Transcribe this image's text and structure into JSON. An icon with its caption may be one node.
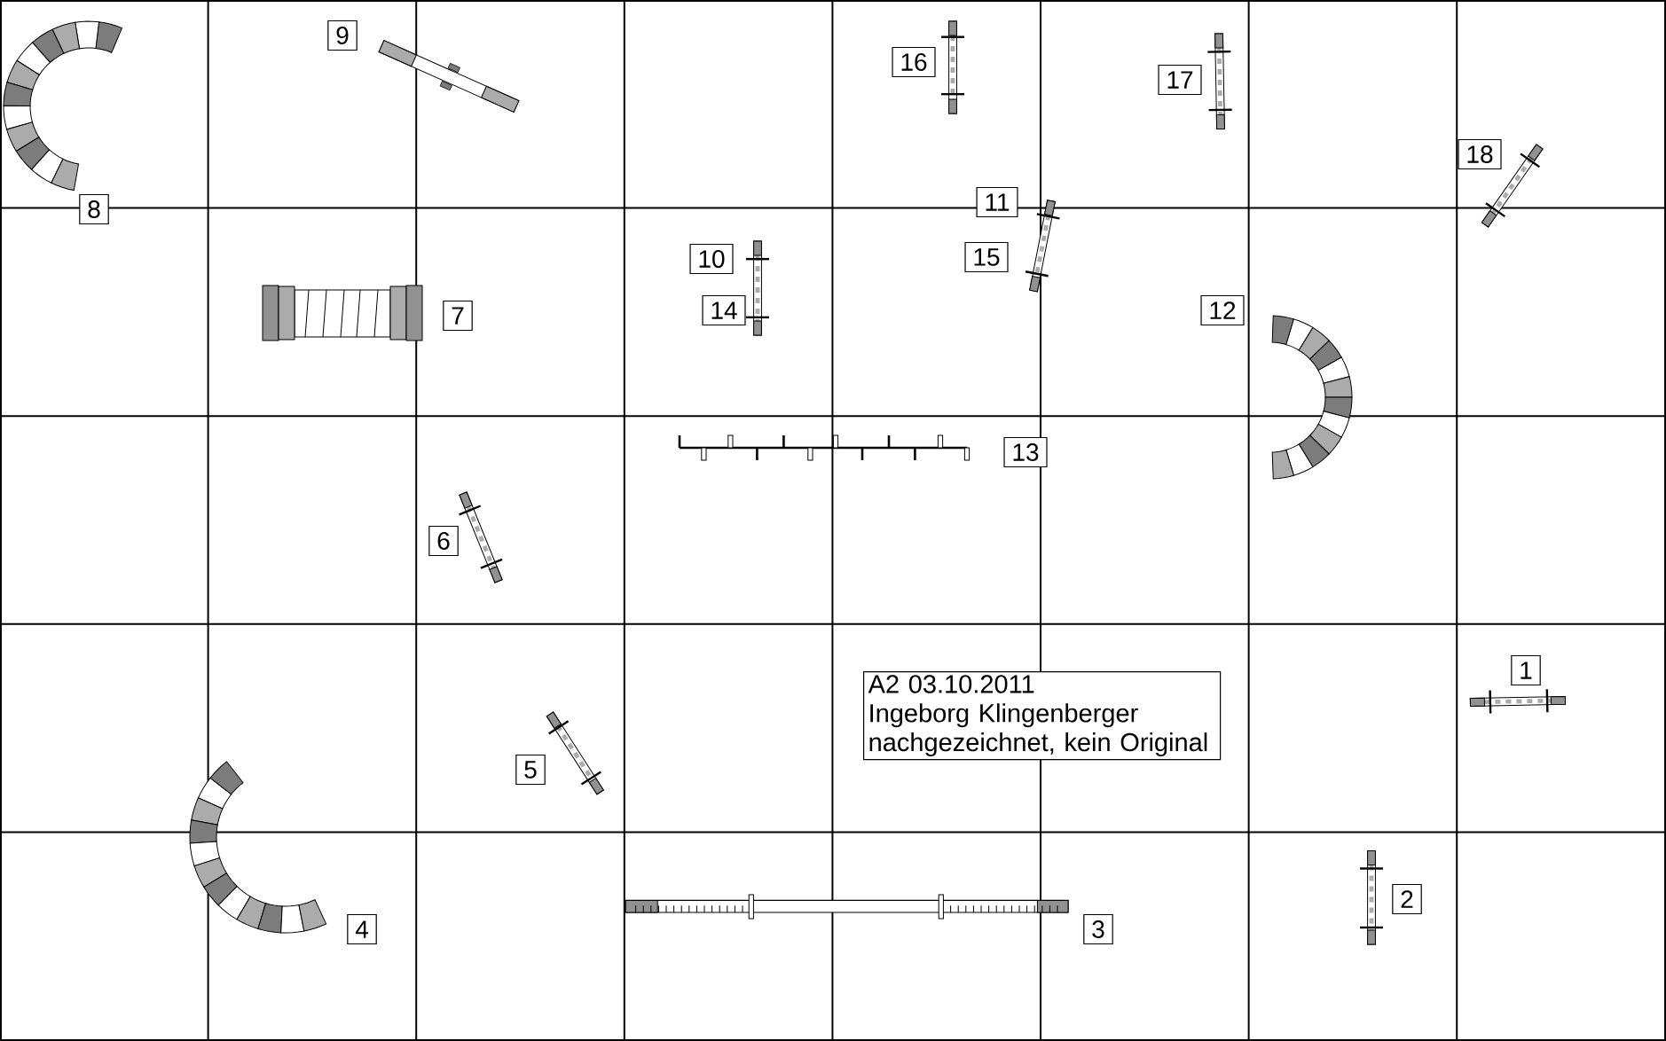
{
  "diagram": {
    "nodes": [
      {
        "text": [
          "A2 03.10.2011",
          "Ingeborg Klingenberger",
          "nachgezeichnet, kein Original"
        ]
      }
    ],
    "labels": [
      "9",
      "16",
      "17",
      "18",
      "8",
      "11",
      "10",
      "15",
      "7",
      "14",
      "12",
      "13",
      "6",
      "1",
      "5",
      "2",
      "4",
      "3"
    ]
  }
}
